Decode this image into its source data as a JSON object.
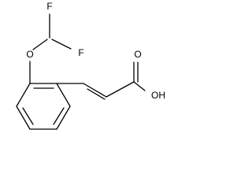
{
  "atoms": {
    "F_top": "F",
    "F_right": "F",
    "O_ether": "O",
    "O_carbonyl": "O",
    "OH": "OH"
  },
  "colors": {
    "bond": "#000000",
    "label": "#000000",
    "background": "#ffffff"
  }
}
